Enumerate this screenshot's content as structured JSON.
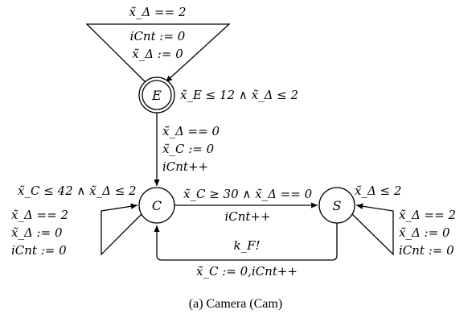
{
  "states": {
    "E": {
      "name": "E",
      "invariant": "x̃_E ≤ 12 ∧ x̃_Δ ≤ 2"
    },
    "C": {
      "name": "C",
      "invariant": "x̃_C ≤ 42 ∧ x̃_Δ ≤ 2"
    },
    "S": {
      "name": "S",
      "invariant": "x̃_Δ ≤ 2"
    }
  },
  "edges": {
    "e_loop": {
      "guard": "x̃_Δ == 2",
      "reset1": "iCnt := 0",
      "reset2": "x̃_Δ := 0"
    },
    "e_to_c": {
      "guard": "x̃_Δ == 0",
      "reset1": "x̃_C := 0",
      "reset2": "iCnt++"
    },
    "c_loop": {
      "guard": "x̃_Δ == 2",
      "reset1": "x̃_Δ := 0",
      "reset2": "iCnt := 0"
    },
    "c_to_s": {
      "guard": "x̃_C ≥ 30 ∧ x̃_Δ == 0",
      "reset": "iCnt++"
    },
    "s_to_c": {
      "sync": "k_F!",
      "reset": "x̃_C := 0,iCnt++"
    },
    "s_loop": {
      "guard": "x̃_Δ == 2",
      "reset1": "x̃_Δ := 0",
      "reset2": "iCnt := 0"
    }
  },
  "caption": "(a) Camera (Cam)"
}
